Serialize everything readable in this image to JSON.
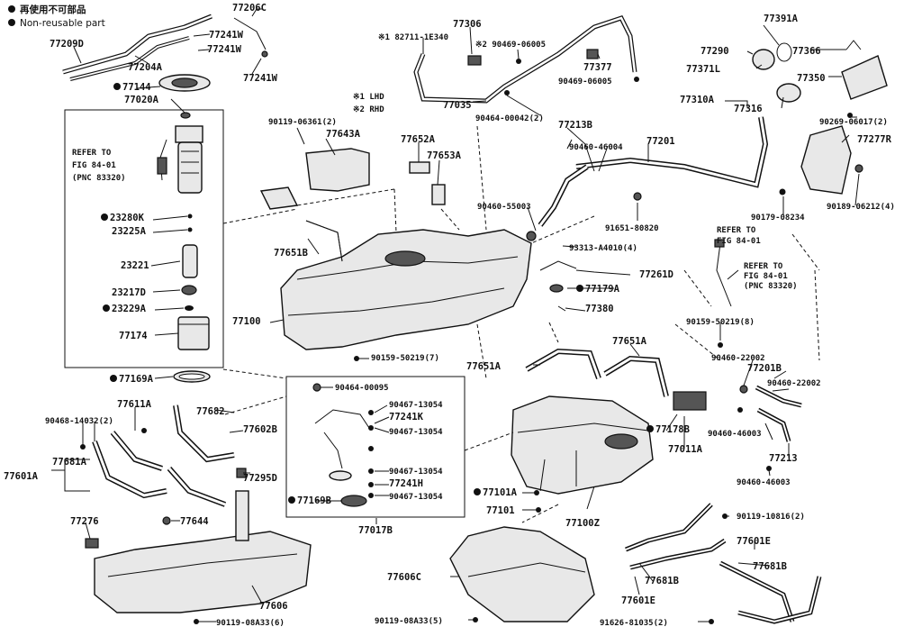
{
  "legend": {
    "reuse": "再使用不可部品",
    "nonreuse": "Non-reusable part"
  },
  "notes": {
    "lhd": "※1 LHD",
    "rhd": "※2 RHD",
    "refer1a": "REFER TO",
    "refer1b": "FIG 84-01",
    "refer1c": "(PNC 83320)",
    "refer2a": "REFER TO",
    "refer2b": "FIG 84-01",
    "refer3a": "REFER TO",
    "refer3b": "FIG 84-01",
    "refer3c": "(PNC 83320)"
  },
  "labels": {
    "p77206C": "77206C",
    "p77209D": "77209D",
    "p77241Wa": "77241W",
    "p77241Wb": "77241W",
    "p77204A": "77204A",
    "p77241Wc": "77241W",
    "p77144": "77144",
    "p77020A": "77020A",
    "p23280K": "23280K",
    "p23225A": "23225A",
    "p23221": "23221",
    "p23217D": "23217D",
    "p23229A": "23229A",
    "p77174": "77174",
    "p77169A": "77169A",
    "p182711": "※1 82711-1E340",
    "p290469": "※2 90469-06005",
    "p77306": "77306",
    "p77377": "77377",
    "p90469b": "90469-06005",
    "p77035": "77035",
    "p90464a": "90464-00042(2)",
    "p90119a": "90119-06361(2)",
    "p77643A": "77643A",
    "p77652A": "77652A",
    "p77653A": "77653A",
    "p77651B": "77651B",
    "p77100": "77100",
    "p77213B": "77213B",
    "p90460a": "90460-46004",
    "p90460b": "90460-55003",
    "p77201": "77201",
    "p91651": "91651-80820",
    "p93313": "93313-A4010(4)",
    "p77261D": "77261D",
    "p77179A": "77179A",
    "p77380": "77380",
    "p77391A": "77391A",
    "p77290": "77290",
    "p77366": "77366",
    "p77371L": "77371L",
    "p77350": "77350",
    "p77310A": "77310A",
    "p77316": "77316",
    "p90269": "90269-06017(2)",
    "p77277R": "77277R",
    "p90179": "90179-08234",
    "p90189": "90189-06212(4)",
    "p90159a": "90159-50219(7)",
    "p90464b": "90464-00095",
    "p90467a": "90467-13054",
    "p77241K": "77241K",
    "p90467b": "90467-13054",
    "p90467c": "90467-13054",
    "p77241H": "77241H",
    "p90467d": "90467-13054",
    "p77169B": "77169B",
    "p77017B": "77017B",
    "p90159b": "90159-50219(8)",
    "p77651Aa": "77651A",
    "p77651Ab": "77651A",
    "p90460c": "90460-22002",
    "p77201B": "77201B",
    "p90460d": "90460-22002",
    "p77178B": "77178B",
    "p77011A": "77011A",
    "p90460e": "90460-46003",
    "p77213": "77213",
    "p90460f": "90460-46003",
    "p77101A": "77101A",
    "p77101": "77101",
    "p77100Z": "77100Z",
    "p90119b": "90119-10816(2)",
    "p77611A": "77611A",
    "p90468": "90468-14032(2)",
    "p77682": "77682",
    "p77602B": "77602B",
    "p77601A": "77601A",
    "p77681A": "77681A",
    "p77295D": "77295D",
    "p77276": "77276",
    "p77644": "77644",
    "p77606": "77606",
    "p90119c": "90119-08A33(6)",
    "p77606C": "77606C",
    "p90119d": "90119-08A33(5)",
    "p77681B": "77681B",
    "p77601E": "77601E",
    "p91626": "91626-81035(2)",
    "p77601Eb": "77601E",
    "p77681Bb": "77681B"
  }
}
